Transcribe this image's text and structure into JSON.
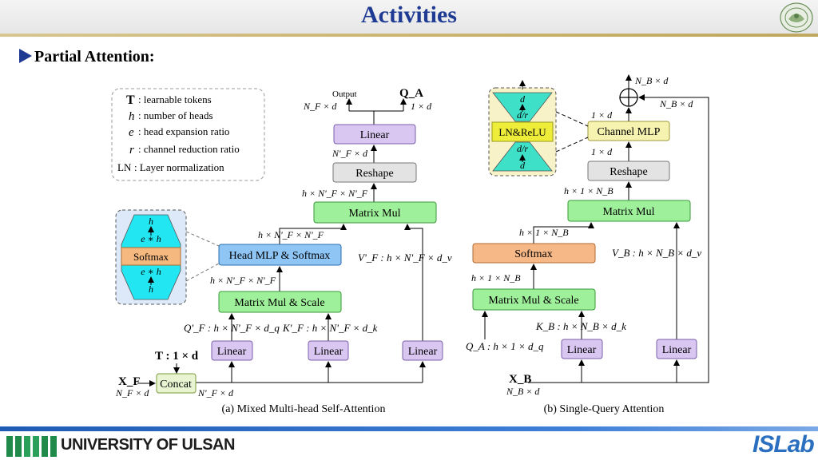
{
  "slide": {
    "title": "Activities",
    "section": "Partial Attention:",
    "footer_university": "UNIVERSITY OF ULSAN",
    "footer_lab_prefix": "IS",
    "footer_lab_suffix": "Lab"
  },
  "legend": {
    "items": [
      {
        "sym": "T",
        "text": ": learnable tokens"
      },
      {
        "sym": "h",
        "text": ": number of heads"
      },
      {
        "sym": "e",
        "text": ": head expansion ratio"
      },
      {
        "sym": "r",
        "text": ": channel reduction ratio"
      },
      {
        "sym": "LN",
        "text": ": Layer normalization"
      }
    ]
  },
  "diagram_a": {
    "caption": "(a) Mixed Multi-head Self-Attention",
    "output_label": "Output",
    "output_dim": "N_F × d",
    "qa_label": "Q_A",
    "qa_dim": "1 × d",
    "linear_top": "Linear",
    "dim_after_reshape": "N'_F × d",
    "reshape": "Reshape",
    "dim_before_reshape": "h × N'_F × N'_F",
    "matmul": "Matrix Mul",
    "dim_head_out": "h × N'_F × N'_F",
    "head_mlp": "Head MLP & Softmax",
    "v_label": "V'_F : h × N'_F × d_v",
    "dim_scale_out": "h × N'_F × N'_F",
    "matmul_scale": "Matrix Mul & Scale",
    "q_label": "Q'_F : h × N'_F × d_q",
    "k_label": "K'_F : h × N'_F × d_k",
    "linear_q": "Linear",
    "linear_k": "Linear",
    "linear_v": "Linear",
    "t_label": "T : 1 × d",
    "x_label": "X_F",
    "x_dim": "N_F × d",
    "concat": "Concat",
    "concat_dim": "N'_F × d",
    "inset_h_top": "h",
    "inset_eh_top": "e ∗ h",
    "inset_softmax": "Softmax",
    "inset_eh_bot": "e ∗ h",
    "inset_h_bot": "h"
  },
  "diagram_b": {
    "caption": "(b) Single-Query Attention",
    "top_dim": "N_B × d",
    "res_dim": "N_B × d",
    "dim_mlp_out": "1 × d",
    "channel_mlp": "Channel MLP",
    "dim_mlp_in": "1 × d",
    "reshape": "Reshape",
    "dim_reshape_in": "h × 1 × N_B",
    "matmul": "Matrix Mul",
    "dim_softmax_out": "h × 1 × N_B",
    "softmax": "Softmax",
    "v_label": "V_B : h × N_B × d_v",
    "dim_scale_out": "h × 1 × N_B",
    "matmul_scale": "Matrix Mul & Scale",
    "k_label": "K_B : h × N_B × d_k",
    "q_label": "Q_A : h × 1 × d_q",
    "linear_k": "Linear",
    "linear_v": "Linear",
    "x_label": "X_B",
    "x_dim": "N_B × d",
    "inset_d_top": "d",
    "inset_dr_top": "d/r",
    "inset_lnrelu": "LN&ReLU",
    "inset_dr_bot": "d/r",
    "inset_d_bot": "d"
  }
}
